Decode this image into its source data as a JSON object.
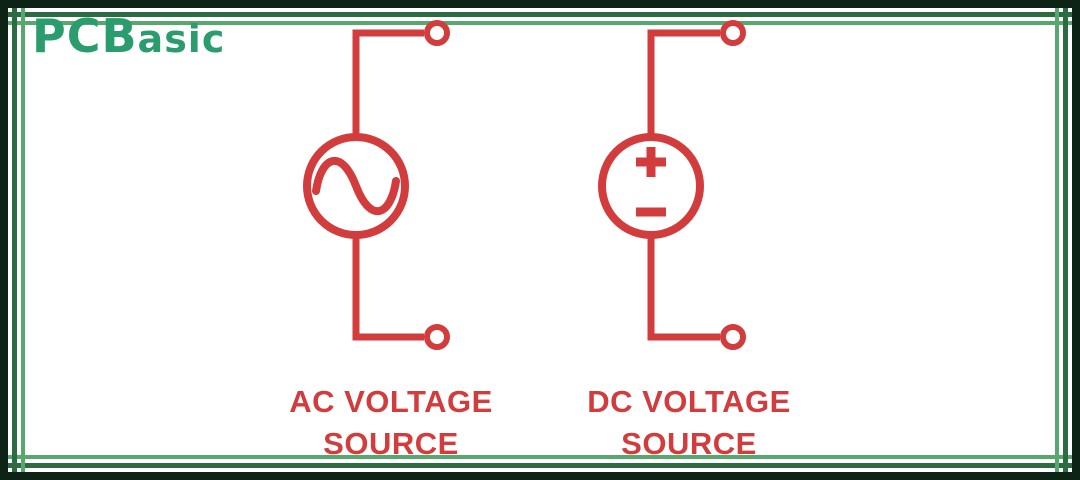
{
  "logo": {
    "primary": "PCB",
    "secondary": "asic"
  },
  "colors": {
    "red": "#d23c3c",
    "logo_green": "#2a9c6e",
    "frame_dark": "#0d2316",
    "frame_mid": "#2d6b40",
    "frame_light": "#57a86f"
  },
  "diagram": {
    "type": "circuit-schematic",
    "sources": [
      {
        "id": "ac-voltage-source",
        "symbol": "circle-with-sine-wave",
        "label_line1": "AC VOLTAGE",
        "label_line2": "SOURCE"
      },
      {
        "id": "dc-voltage-source",
        "symbol": "circle-with-plus-minus",
        "label_line1": "DC VOLTAGE",
        "label_line2": "SOURCE"
      }
    ]
  }
}
